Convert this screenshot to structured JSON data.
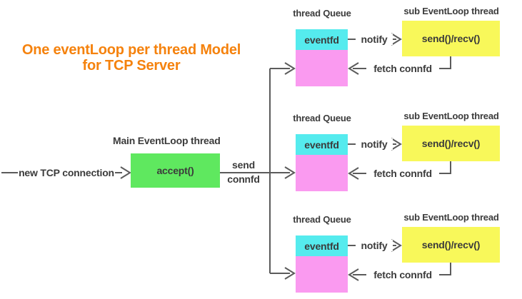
{
  "title": {
    "line1": "One eventLoop per thread Model",
    "line2": "for TCP Server"
  },
  "main": {
    "thread_label": "Main EventLoop thread",
    "accept_label": "accept()",
    "incoming_label": "new TCP connection",
    "send_label_line1": "send",
    "send_label_line2": "connfd"
  },
  "rows": [
    {
      "queue_label": "thread Queue",
      "sub_label": "sub EventLoop thread",
      "eventfd_label": "eventfd",
      "sendrecv_label": "send()/recv()",
      "notify_label": "notify",
      "fetch_label": "fetch connfd"
    },
    {
      "queue_label": "thread Queue",
      "sub_label": "sub EventLoop thread",
      "eventfd_label": "eventfd",
      "sendrecv_label": "send()/recv()",
      "notify_label": "notify",
      "fetch_label": "fetch connfd"
    },
    {
      "queue_label": "thread Queue",
      "sub_label": "sub EventLoop thread",
      "eventfd_label": "eventfd",
      "sendrecv_label": "send()/recv()",
      "notify_label": "notify",
      "fetch_label": "fetch connfd"
    }
  ],
  "colors": {
    "orange": "#F5820D",
    "green": "#5FE85F",
    "cyan": "#55EBEE",
    "pink": "#FA9AF0",
    "yellow": "#F8F85A",
    "line": "#5B5B5B",
    "text": "#3B3B3B"
  }
}
